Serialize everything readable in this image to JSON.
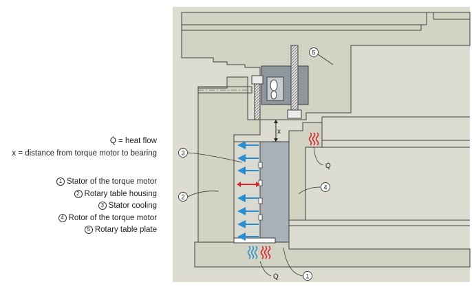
{
  "legend": {
    "heat_flow": "Q̇ = heat flow",
    "distance": "x = distance from torque motor to bearing",
    "items": [
      {
        "num": "1",
        "text": "Stator of the torque motor"
      },
      {
        "num": "2",
        "text": "Rotary table housing"
      },
      {
        "num": "3",
        "text": "Stator cooling"
      },
      {
        "num": "4",
        "text": "Rotor of the torque motor"
      },
      {
        "num": "5",
        "text": "Rotary table plate"
      }
    ]
  },
  "callouts": {
    "c1": "1",
    "c2": "2",
    "c3": "3",
    "c4": "4",
    "c5": "5",
    "x_label": "x",
    "q_right": "Q̇",
    "q_bottom": "Q̇"
  },
  "colors": {
    "background_panel": "#dcdcd0",
    "housing": "#d2d3c2",
    "stator": "#a9b1b9",
    "cooling_arrow": "#2a8fd0",
    "heat_arrow": "#d8252b",
    "outline": "#3f3f3f"
  }
}
